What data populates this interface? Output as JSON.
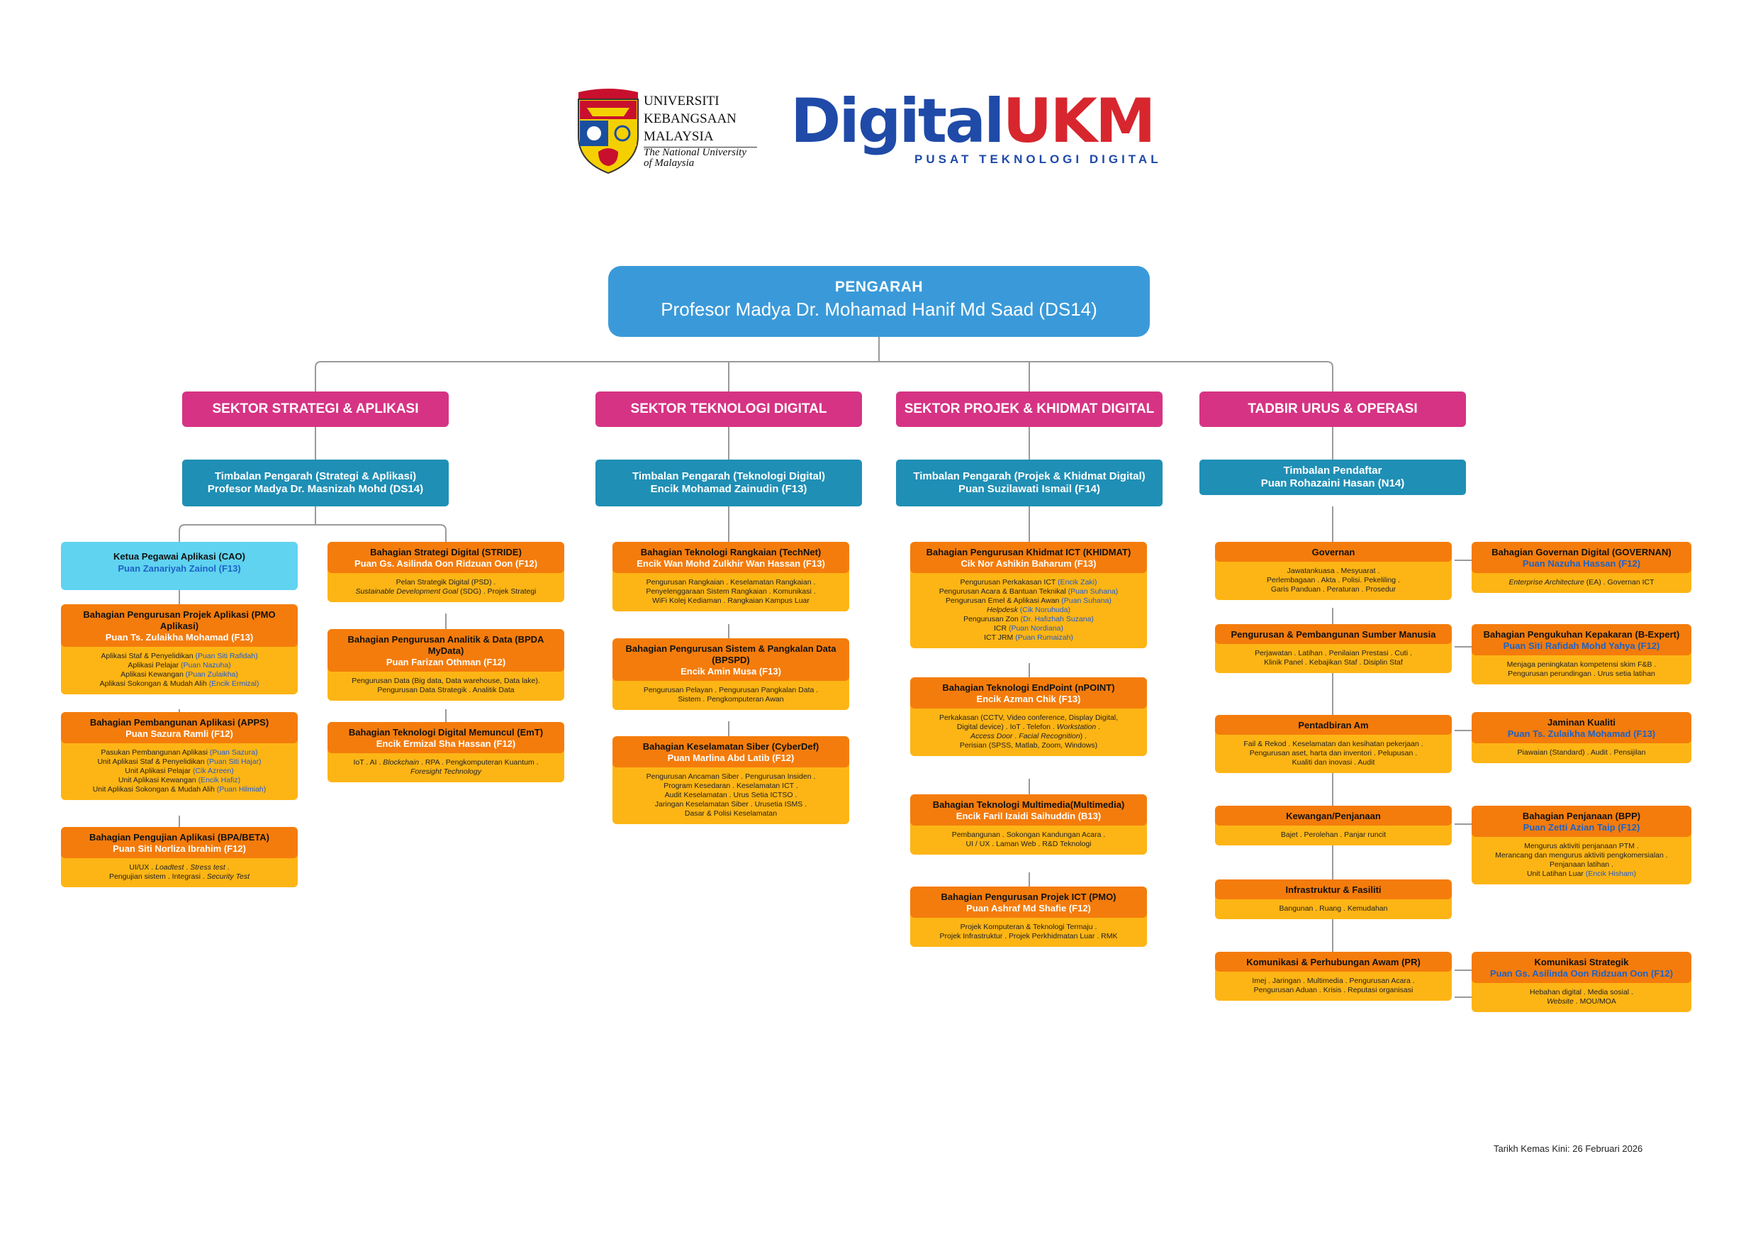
{
  "logos": {
    "ukm": {
      "line1": "Universiti",
      "line2": "Kebangsaan",
      "line3": "Malaysia",
      "tag1": "The National University",
      "tag2": "of Malaysia"
    },
    "digital": {
      "part1": "Digital",
      "part2": "UKM",
      "subtitle": "PUSAT TEKNOLOGI DIGITAL"
    }
  },
  "head": {
    "title": "PENGARAH",
    "name": "Profesor Madya Dr. Mohamad Hanif Md Saad (DS14)"
  },
  "sectors": [
    {
      "label": "SEKTOR STRATEGI & APLIKASI",
      "dep_title": "Timbalan Pengarah (Strategi & Aplikasi)",
      "dep_name": "Profesor Madya Dr. Masnizah Mohd (DS14)"
    },
    {
      "label": "SEKTOR TEKNOLOGI DIGITAL",
      "dep_title": "Timbalan Pengarah (Teknologi Digital)",
      "dep_name": "Encik Mohamad Zainudin (F13)"
    },
    {
      "label": "SEKTOR PROJEK & KHIDMAT DIGITAL",
      "dep_title": "Timbalan Pengarah (Projek & Khidmat Digital)",
      "dep_name": "Puan Suzilawati Ismail (F14)"
    },
    {
      "label": "TADBIR URUS & OPERASI",
      "dep_title": "Timbalan Pendaftar",
      "dep_name": "Puan Rohazaini Hasan (N14)"
    }
  ],
  "cao": {
    "title": "Ketua Pegawai Aplikasi (CAO)",
    "person": "Puan Zanariyah Zainol (F13)"
  },
  "units": {
    "pmo_apl": {
      "title": "Bahagian Pengurusan Projek Aplikasi (PMO Aplikasi)",
      "person": "Puan Ts. Zulaikha Mohamad (F13)",
      "lines": [
        [
          "Aplikasi Staf & Penyelidikan ",
          "(Puan Siti Rafidah)"
        ],
        [
          "Aplikasi Pelajar ",
          "(Puan Nazuha)"
        ],
        [
          "Aplikasi Kewangan ",
          "(Puan Zulaikha)"
        ],
        [
          "Aplikasi Sokongan & Mudah Alih ",
          "(Encik Ermizal)"
        ]
      ]
    },
    "apps": {
      "title": "Bahagian Pembangunan Aplikasi (APPS)",
      "person": "Puan Sazura Ramli (F12)",
      "lines": [
        [
          "Pasukan Pembangunan Aplikasi ",
          "(Puan Sazura)"
        ],
        [
          "Unit Aplikasi Staf & Penyelidikan ",
          "(Puan Siti Hajar)"
        ],
        [
          "Unit Aplikasi Pelajar ",
          "(Cik Azreen)"
        ],
        [
          "Unit Aplikasi Kewangan ",
          "(Encik Hafiz)"
        ],
        [
          "Unit Aplikasi Sokongan & Mudah Alih ",
          "(Puan Hilmiah)"
        ]
      ]
    },
    "beta": {
      "title": "Bahagian Pengujian Aplikasi (BPA/BETA)",
      "person": "Puan Siti Norliza Ibrahim (F12)",
      "lines": [
        [
          "UI/UX . Loadtest . Stress test .",
          ""
        ],
        [
          "Pengujian sistem . Integrasi . Security Test",
          ""
        ]
      ]
    },
    "stride": {
      "title": "Bahagian Strategi Digital (STRIDE)",
      "person": "Puan Gs. Asilinda Oon Ridzuan Oon (F12)",
      "lines": [
        [
          "Pelan Strategik Digital (PSD) .",
          ""
        ],
        [
          "Sustainable Development Goal (SDG) . Projek Strategi",
          ""
        ]
      ]
    },
    "mydata": {
      "title": "Bahagian Pengurusan Analitik & Data (BPDA MyData)",
      "person": "Puan Farizan Othman (F12)",
      "lines": [
        [
          "Pengurusan Data (Big data, Data warehouse, Data lake).",
          ""
        ],
        [
          "Pengurusan Data Strategik . Analitik Data",
          ""
        ]
      ]
    },
    "emt": {
      "title": "Bahagian Teknologi Digital Memuncul (EmT)",
      "person": "Encik Ermizal Sha Hassan (F12)",
      "lines": [
        [
          "IoT . AI . Blockchain . RPA . Pengkomputeran Kuantum .",
          ""
        ],
        [
          "Foresight Technology",
          ""
        ]
      ]
    },
    "technet": {
      "title": "Bahagian Teknologi Rangkaian (TechNet)",
      "person": "Encik Wan Mohd Zulkhir Wan Hassan (F13)",
      "lines": [
        [
          "Pengurusan Rangkaian . Keselamatan Rangkaian .",
          ""
        ],
        [
          "Penyelenggaraan Sistem Rangkaian . Komunikasi .",
          ""
        ],
        [
          "WiFi Kolej Kediaman . Rangkaian Kampus Luar",
          ""
        ]
      ]
    },
    "bpspd": {
      "title": "Bahagian Pengurusan Sistem & Pangkalan Data (BPSPD)",
      "person": "Encik Amin Musa (F13)",
      "lines": [
        [
          "Pengurusan Pelayan . Pengurusan Pangkalan Data .",
          ""
        ],
        [
          "Sistem . Pengkomputeran Awan",
          ""
        ]
      ]
    },
    "cyberdef": {
      "title": "Bahagian Keselamatan Siber (CyberDef)",
      "person": "Puan Marlina Abd Latib (F12)",
      "lines": [
        [
          "Pengurusan Ancaman Siber . Pengurusan Insiden .",
          ""
        ],
        [
          "Program Kesedaran . Keselamatan ICT .",
          ""
        ],
        [
          "Audit Keselamatan . Urus Setia ICTSO .",
          ""
        ],
        [
          "Jaringan Keselamatan Siber . Urusetia ISMS .",
          ""
        ],
        [
          "Dasar & Polisi Keselamatan",
          ""
        ]
      ]
    },
    "khidmat": {
      "title": "Bahagian Pengurusan Khidmat ICT (KHIDMAT)",
      "person": "Cik Nor Ashikin Baharum (F13)",
      "lines": [
        [
          "Pengurusan Perkakasan ICT ",
          "(Encik Zaki)"
        ],
        [
          "Pengurusan Acara & Bantuan Teknikal ",
          "(Puan Suhana)"
        ],
        [
          "Pengurusan Emel & Aplikasi Awan ",
          "(Puan Suhana)"
        ],
        [
          "Helpdesk ",
          "(Cik Noruhuda)"
        ],
        [
          "Pengurusan Zon ",
          "(Dr. Hafizhah Suzana)"
        ],
        [
          "ICR ",
          "(Puan Nordiana)"
        ],
        [
          "ICT JRM ",
          "(Puan Rumaizah)"
        ]
      ]
    },
    "npoint": {
      "title": "Bahagian Teknologi EndPoint (nPOINT)",
      "person": "Encik Azman Chik (F13)",
      "lines": [
        [
          "Perkakasan (CCTV, Video conference, Display Digital,",
          ""
        ],
        [
          "Digital device) . IoT . Telefon . Workstation .",
          ""
        ],
        [
          "Access Door . Facial Recognition) .",
          ""
        ],
        [
          "Perisian (SPSS, Matlab, Zoom, Windows)",
          ""
        ]
      ]
    },
    "multimedia": {
      "title": "Bahagian Teknologi Multimedia(Multimedia)",
      "person": "Encik Faril Izaidi Saihuddin (B13)",
      "lines": [
        [
          "Pembangunan . Sokongan Kandungan Acara .",
          ""
        ],
        [
          "UI / UX . Laman Web . R&D Teknologi",
          ""
        ]
      ]
    },
    "pmo": {
      "title": "Bahagian Pengurusan Projek ICT (PMO)",
      "person": "Puan Ashraf Md Shafie (F12)",
      "lines": [
        [
          "Projek Komputeran & Teknologi Termaju .",
          ""
        ],
        [
          "Projek Infrastruktur . Projek Perkhidmatan Luar . RMK",
          ""
        ]
      ]
    },
    "governan": {
      "title": "Governan",
      "person": "",
      "lines": [
        [
          "Jawatankuasa . Mesyuarat .",
          ""
        ],
        [
          "Perlembagaan . Akta . Polisi. Pekeliling .",
          ""
        ],
        [
          "Garis Panduan . Peraturan . Prosedur",
          ""
        ]
      ]
    },
    "psm": {
      "title": "Pengurusan & Pembangunan Sumber Manusia",
      "person": "",
      "lines": [
        [
          "Perjawatan . Latihan . Penilaian Prestasi . Cuti .",
          ""
        ],
        [
          "Klinik Panel . Kebajikan Staf . Disiplin Staf",
          ""
        ]
      ]
    },
    "pentadbiran": {
      "title": "Pentadbiran Am",
      "person": "",
      "lines": [
        [
          "Fail & Rekod . Keselamatan dan kesihatan pekerjaan .",
          ""
        ],
        [
          "Pengurusan aset, harta dan inventori . Pelupusan .",
          ""
        ],
        [
          "Kualiti dan inovasi . Audit",
          ""
        ]
      ]
    },
    "kewangan": {
      "title": "Kewangan/Penjanaan",
      "person": "",
      "lines": [
        [
          "Bajet . Perolehan . Panjar runcit",
          ""
        ]
      ]
    },
    "infra": {
      "title": "Infrastruktur & Fasiliti",
      "person": "",
      "lines": [
        [
          "Bangunan . Ruang . Kemudahan",
          ""
        ]
      ]
    },
    "pr": {
      "title": "Komunikasi & Perhubungan Awam (PR)",
      "person": "",
      "lines": [
        [
          "Imej . Jaringan . Multimedia . Pengurusan Acara .",
          ""
        ],
        [
          "Pengurusan Aduan . Krisis . Reputasi organisasi",
          ""
        ]
      ]
    },
    "gov_digital": {
      "title": "Bahagian Governan Digital (GOVERNAN)",
      "person": "Puan Nazuha Hassan (F12)",
      "lines": [
        [
          "Enterprise Architecture (EA) . Governan ICT",
          ""
        ]
      ]
    },
    "bexpert": {
      "title": "Bahagian Pengukuhan Kepakaran (B-Expert)",
      "person": "Puan Siti Rafidah Mohd Yahya (F12)",
      "lines": [
        [
          "Menjaga peningkatan kompetensi skim F&B .",
          ""
        ],
        [
          "Pengurusan perundingan . Urus setia latihan",
          ""
        ]
      ]
    },
    "kualiti": {
      "title": "Jaminan Kualiti",
      "person": "Puan Ts. Zulaikha Mohamad (F13)",
      "lines": [
        [
          "Piawaian (Standard) . Audit . Pensijilan",
          ""
        ]
      ]
    },
    "bpp": {
      "title": "Bahagian Penjanaan (BPP)",
      "person": "Puan Zetti Azian Taip (F12)",
      "lines": [
        [
          "Mengurus aktiviti penjanaan PTM .",
          ""
        ],
        [
          "Merancang dan mengurus aktiviti pengkomersialan .",
          ""
        ],
        [
          "Penjanaan latihan .",
          ""
        ],
        [
          "Unit Latihan Luar ",
          "(Encik Hisham)"
        ]
      ]
    },
    "strategik": {
      "title": "Komunikasi Strategik",
      "person": "Puan Gs. Asilinda Oon Ridzuan Oon (F12)",
      "lines": [
        [
          "Hebahan digital . Media sosial .",
          ""
        ],
        [
          "Website . MOU/MOA",
          ""
        ]
      ]
    }
  },
  "footer": "Tarikh Kemas Kini: 26 Februari 2026"
}
